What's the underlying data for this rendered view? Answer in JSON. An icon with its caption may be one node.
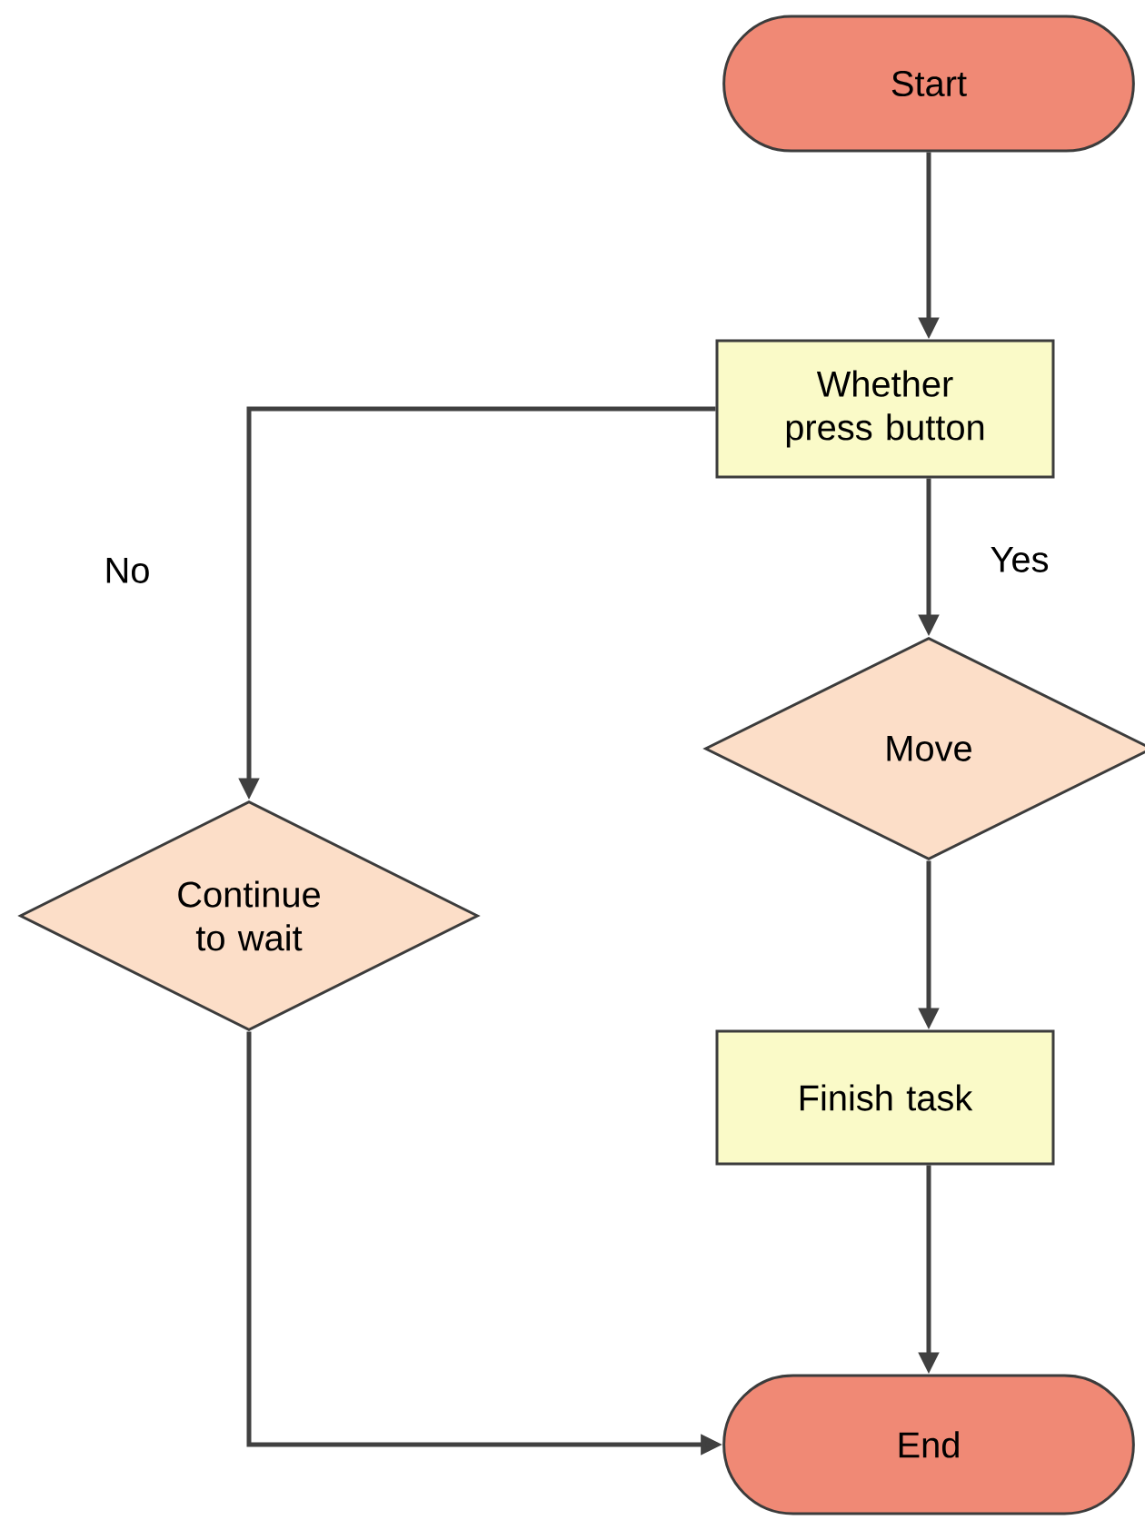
{
  "diagram": {
    "nodes": [
      {
        "text": [
          "Start"
        ]
      },
      {
        "text": [
          "Whether press button"
        ]
      },
      {
        "text": [
          "Move"
        ]
      },
      {
        "text": [
          "Continue to wait"
        ]
      },
      {
        "text": [
          "Finish task"
        ]
      },
      {
        "text": [
          "End"
        ]
      }
    ],
    "edges": [
      {
        "from": 0,
        "to": 1,
        "arrow": "to"
      },
      {
        "from": 1,
        "to": 3,
        "arrow": "to",
        "label": "No"
      },
      {
        "from": 1,
        "to": 2,
        "arrow": "to",
        "label": "Yes"
      },
      {
        "from": 2,
        "to": 4,
        "arrow": "to"
      },
      {
        "from": 4,
        "to": 5,
        "arrow": "to"
      },
      {
        "from": 3,
        "to": 5,
        "arrow": "to"
      }
    ]
  }
}
